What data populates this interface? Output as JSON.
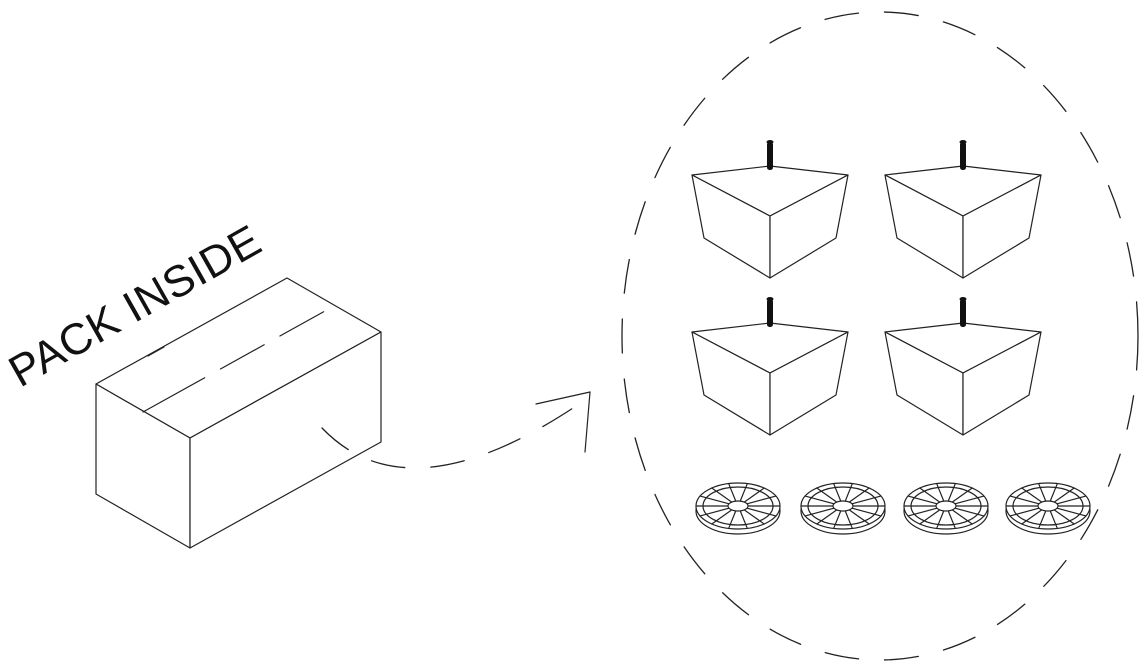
{
  "label": {
    "text": "PACK INSIDE"
  },
  "contents": {
    "legs": {
      "count": 4,
      "icon": "tapered-square-leg-with-bolt"
    },
    "glides": {
      "count": 4,
      "icon": "round-floor-glide"
    }
  },
  "colors": {
    "line": "#222222",
    "background": "#ffffff"
  }
}
